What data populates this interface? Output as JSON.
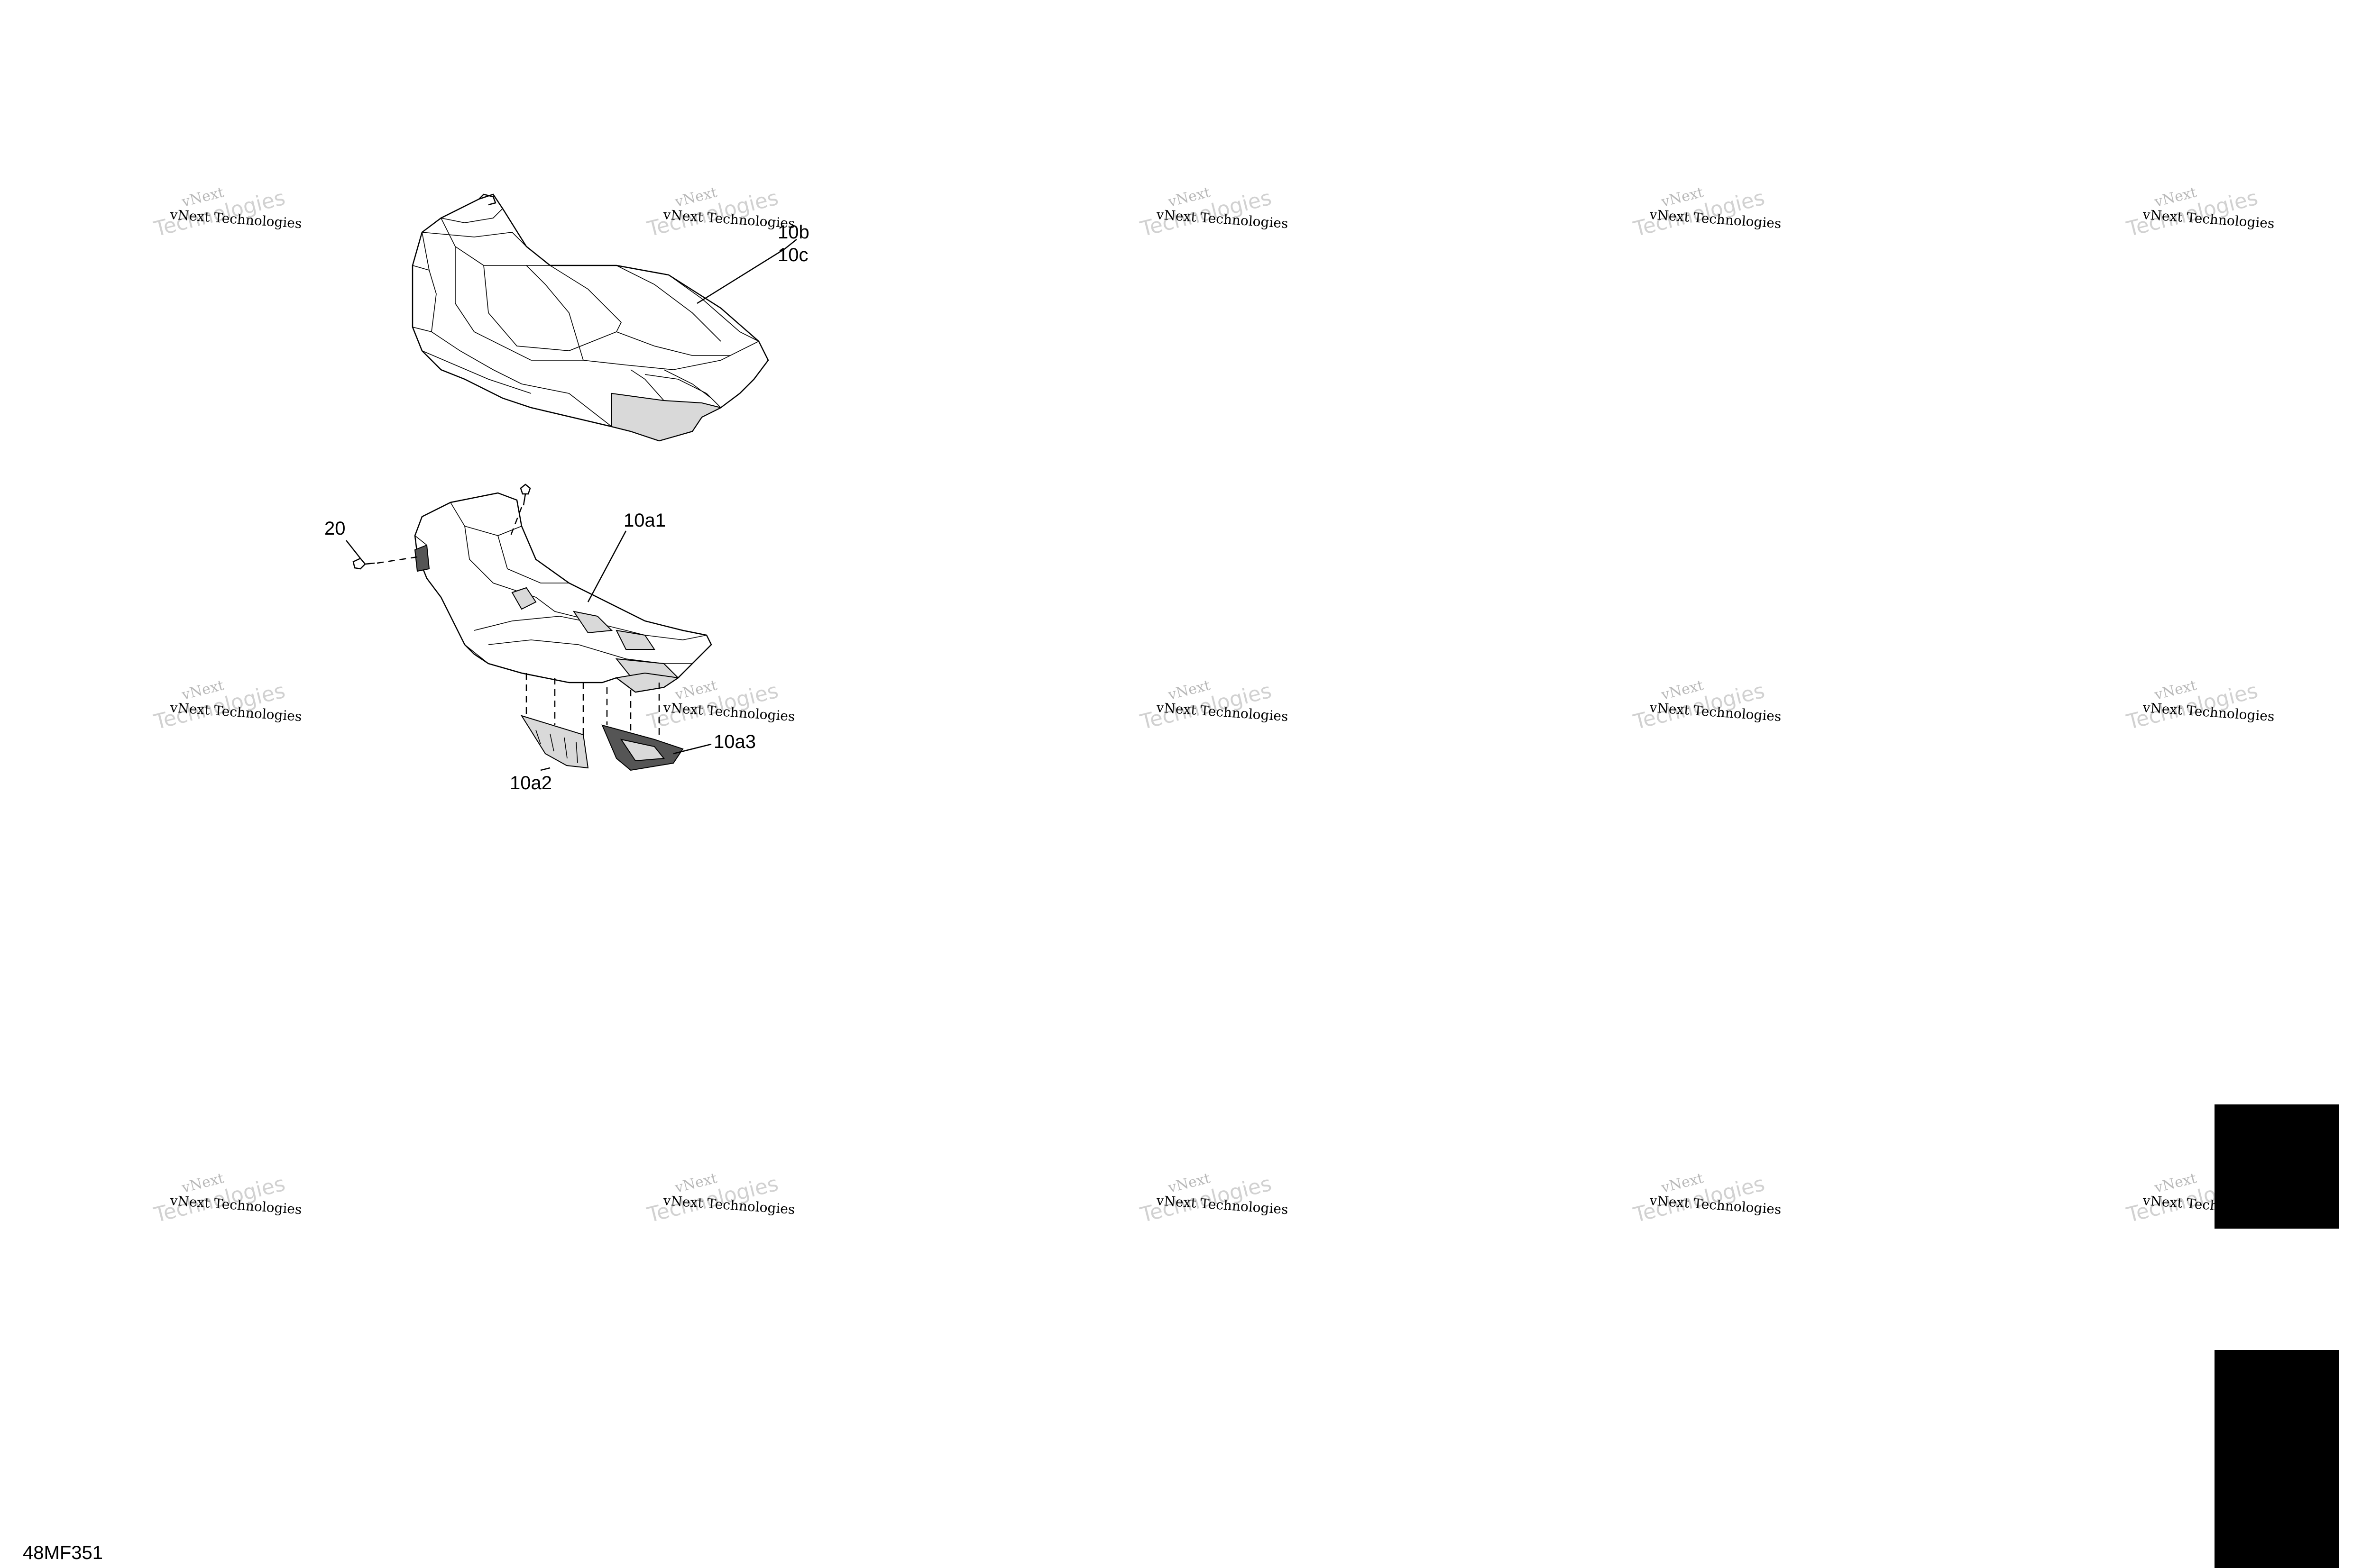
{
  "diagram": {
    "callouts": {
      "c10b": "10b",
      "c10c": "10c",
      "c20": "20",
      "c10a1": "10a1",
      "c10a2": "10a2",
      "c10a3": "10a3"
    },
    "document_id": "48MF351",
    "watermark": {
      "line1": "vNext",
      "line2": "vNext Technologies",
      "line3": "Technologies"
    }
  }
}
